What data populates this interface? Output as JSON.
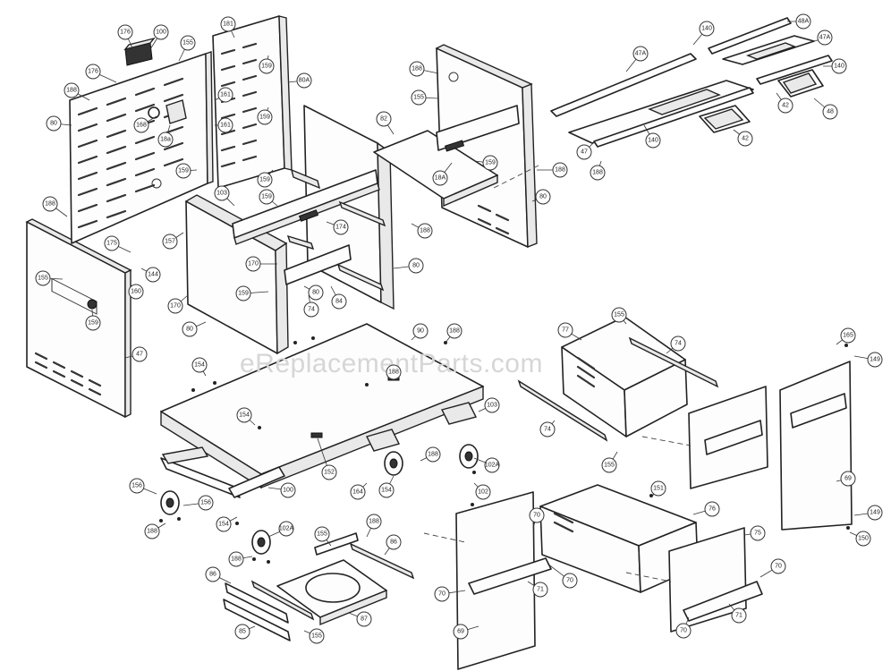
{
  "watermark": "eReplacementParts.com",
  "callouts": [
    {
      "id": "c1",
      "label": "176"
    },
    {
      "id": "c2",
      "label": "100"
    },
    {
      "id": "c3",
      "label": "176"
    },
    {
      "id": "c4",
      "label": "188"
    },
    {
      "id": "c5",
      "label": "155"
    },
    {
      "id": "c6",
      "label": "181"
    },
    {
      "id": "c7",
      "label": "159"
    },
    {
      "id": "c8",
      "label": "80A"
    },
    {
      "id": "c9",
      "label": "80"
    },
    {
      "id": "c10",
      "label": "161"
    },
    {
      "id": "c11",
      "label": "168"
    },
    {
      "id": "c12",
      "label": "161"
    },
    {
      "id": "c13",
      "label": "18a"
    },
    {
      "id": "c14",
      "label": "159"
    },
    {
      "id": "c15",
      "label": "159"
    },
    {
      "id": "c16",
      "label": "159"
    },
    {
      "id": "c17",
      "label": "188"
    },
    {
      "id": "c18",
      "label": "155"
    },
    {
      "id": "c19",
      "label": "82"
    },
    {
      "id": "c20",
      "label": "18A"
    },
    {
      "id": "c21",
      "label": "159"
    },
    {
      "id": "c22",
      "label": "188"
    },
    {
      "id": "c23",
      "label": "80"
    },
    {
      "id": "c24",
      "label": "188"
    },
    {
      "id": "c25",
      "label": "103"
    },
    {
      "id": "c26",
      "label": "159"
    },
    {
      "id": "c27",
      "label": "188"
    },
    {
      "id": "c28",
      "label": "175"
    },
    {
      "id": "c29",
      "label": "157"
    },
    {
      "id": "c30",
      "label": "174"
    },
    {
      "id": "c31",
      "label": "144"
    },
    {
      "id": "c32",
      "label": "80"
    },
    {
      "id": "c33",
      "label": "155"
    },
    {
      "id": "c34",
      "label": "170"
    },
    {
      "id": "c35",
      "label": "170"
    },
    {
      "id": "c36",
      "label": "159"
    },
    {
      "id": "c37",
      "label": "160"
    },
    {
      "id": "c38",
      "label": "80"
    },
    {
      "id": "c39",
      "label": "159"
    },
    {
      "id": "c40",
      "label": "84"
    },
    {
      "id": "c41",
      "label": "74"
    },
    {
      "id": "c42",
      "label": "80"
    },
    {
      "id": "c43",
      "label": "47"
    },
    {
      "id": "c44",
      "label": "47A"
    },
    {
      "id": "c45",
      "label": "140"
    },
    {
      "id": "c46",
      "label": "48A"
    },
    {
      "id": "c47",
      "label": "47A"
    },
    {
      "id": "c48",
      "label": "140"
    },
    {
      "id": "c49",
      "label": "42"
    },
    {
      "id": "c50",
      "label": "48"
    },
    {
      "id": "c51",
      "label": "42"
    },
    {
      "id": "c52",
      "label": "47"
    },
    {
      "id": "c53",
      "label": "140"
    },
    {
      "id": "c54",
      "label": "188"
    },
    {
      "id": "c55",
      "label": "154"
    },
    {
      "id": "c56",
      "label": "90"
    },
    {
      "id": "c57",
      "label": "188"
    },
    {
      "id": "c58",
      "label": "188"
    },
    {
      "id": "c59",
      "label": "154"
    },
    {
      "id": "c60",
      "label": "152"
    },
    {
      "id": "c61",
      "label": "103"
    },
    {
      "id": "c62",
      "label": "188"
    },
    {
      "id": "c63",
      "label": "102A"
    },
    {
      "id": "c64",
      "label": "156"
    },
    {
      "id": "c65",
      "label": "154"
    },
    {
      "id": "c66",
      "label": "164"
    },
    {
      "id": "c67",
      "label": "102"
    },
    {
      "id": "c68",
      "label": "188"
    },
    {
      "id": "c69",
      "label": "156"
    },
    {
      "id": "c70",
      "label": "154"
    },
    {
      "id": "c71",
      "label": "100"
    },
    {
      "id": "c72",
      "label": "102A"
    },
    {
      "id": "c73",
      "label": "188"
    },
    {
      "id": "c74",
      "label": "155"
    },
    {
      "id": "c75",
      "label": "188"
    },
    {
      "id": "c76",
      "label": "86"
    },
    {
      "id": "c77",
      "label": "86"
    },
    {
      "id": "c78",
      "label": "87"
    },
    {
      "id": "c79",
      "label": "85"
    },
    {
      "id": "c80",
      "label": "155"
    },
    {
      "id": "c81",
      "label": "155"
    },
    {
      "id": "c82",
      "label": "77"
    },
    {
      "id": "c83",
      "label": "74"
    },
    {
      "id": "c84",
      "label": "74"
    },
    {
      "id": "c85",
      "label": "155"
    },
    {
      "id": "c86",
      "label": "165"
    },
    {
      "id": "c87",
      "label": "149"
    },
    {
      "id": "c88",
      "label": "69"
    },
    {
      "id": "c89",
      "label": "149"
    },
    {
      "id": "c90",
      "label": "150"
    },
    {
      "id": "c91",
      "label": "151"
    },
    {
      "id": "c92",
      "label": "76"
    },
    {
      "id": "c93",
      "label": "75"
    },
    {
      "id": "c94",
      "label": "70"
    },
    {
      "id": "c95",
      "label": "70"
    },
    {
      "id": "c96",
      "label": "71"
    },
    {
      "id": "c97",
      "label": "70"
    },
    {
      "id": "c98",
      "label": "70"
    },
    {
      "id": "c99",
      "label": "71"
    },
    {
      "id": "c100",
      "label": "70"
    },
    {
      "id": "c101",
      "label": "69"
    }
  ]
}
